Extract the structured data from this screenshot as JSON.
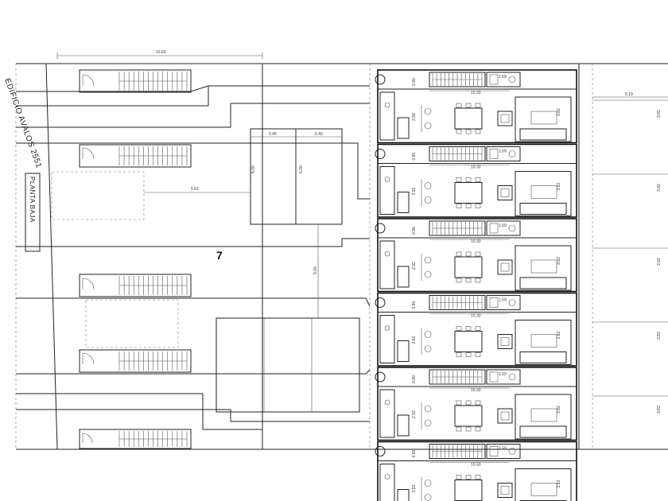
{
  "plan": {
    "unit_number": "7",
    "label_floor": "PLANTA BAJA",
    "label_building": "EDIFICIO AVALOS 2551",
    "dim_top_width": "10.63",
    "dim_left_garage": "5.62",
    "dim_bay_a": "2.40",
    "dim_bay_b": "2.40",
    "dim_bay_depth_a": "5.00",
    "dim_bay_depth_b": "5.00",
    "dim_center_depth": "5.00",
    "dim_right_width": "5.19",
    "units": [
      {
        "width": "10.33",
        "depth": "3.82",
        "kitchen": "2.92",
        "stair": "0.90",
        "bath": "1.59"
      },
      {
        "width": "10.33",
        "depth": "3.82",
        "kitchen": "2.92",
        "stair": "0.90",
        "bath": "1.59"
      },
      {
        "width": "10.33",
        "depth": "3.82",
        "kitchen": "2.92",
        "stair": "0.90",
        "bath": "1.59"
      },
      {
        "width": "10.33",
        "depth": "3.82",
        "kitchen": "2.92",
        "stair": "0.90",
        "bath": "1.59"
      },
      {
        "width": "10.33",
        "depth": "3.82",
        "kitchen": "2.92",
        "stair": "0.90",
        "bath": "1.59"
      },
      {
        "width": "10.33",
        "depth": "3.82",
        "kitchen": "2.92",
        "stair": "0.90",
        "bath": "1.59"
      }
    ],
    "right_depths": [
      "3.82",
      "3.82",
      "3.82",
      "3.82",
      "3.82"
    ]
  }
}
